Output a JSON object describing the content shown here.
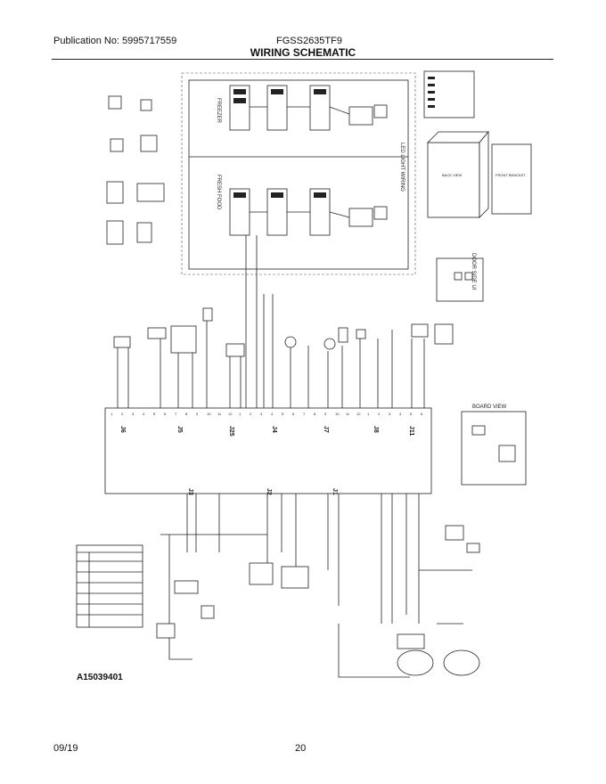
{
  "header": {
    "publication": "Publication No: 5995717559",
    "model": "FGSS2635TF9",
    "title": "WIRING SCHEMATIC"
  },
  "footer": {
    "diagram_code": "A15039401",
    "date": "09/19",
    "page": "20"
  },
  "labels": {
    "freezer": "FREEZER",
    "fresh_food": "FRESH FOOD",
    "led_light_wiring": "LED LIGHT WIRING",
    "board_view": "BOARD VIEW",
    "door_side_ui": "DOOR SIDE UI",
    "back_view": "BACK VIEW",
    "front_bracket": "FRONT BRACKET"
  },
  "connectors": [
    "J6",
    "J5",
    "J25",
    "J4",
    "J7",
    "J8",
    "J11",
    "J3",
    "J2",
    "J1"
  ],
  "connector_pins": [
    "1",
    "2",
    "3",
    "4",
    "5",
    "6",
    "7",
    "8",
    "9",
    "10",
    "11",
    "12"
  ]
}
